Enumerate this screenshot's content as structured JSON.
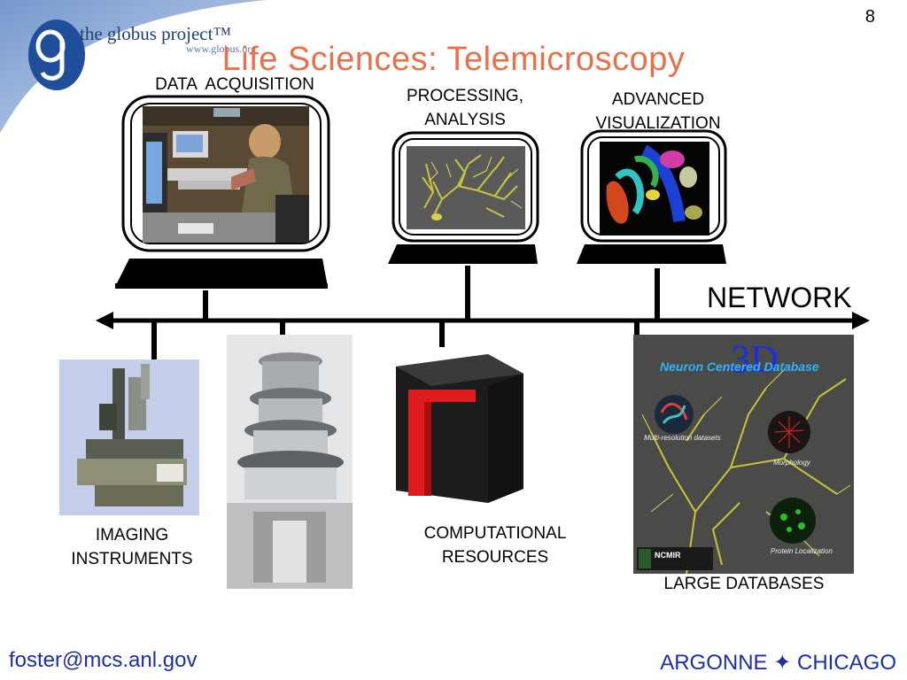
{
  "slide_number": "8",
  "logo": {
    "name": "the globus project™",
    "url": "www.globus.org"
  },
  "title": "Life Sciences: Telemicroscopy",
  "top_nodes": [
    {
      "label_line1": "DATA  ACQUISITION",
      "label_line2": ""
    },
    {
      "label_line1": "PROCESSING,",
      "label_line2": "ANALYSIS"
    },
    {
      "label_line1": "ADVANCED",
      "label_line2": "VISUALIZATION"
    }
  ],
  "network_label": "NETWORK",
  "bottom_nodes": [
    {
      "label_line1": "IMAGING",
      "label_line2": "INSTRUMENTS"
    },
    {
      "label_line1": "COMPUTATIONAL",
      "label_line2": "RESOURCES"
    },
    {
      "label_line1": "LARGE DATABASES",
      "label_line2": ""
    }
  ],
  "database_poster": {
    "heading_3d": "3D",
    "heading": "Neuron Centered Database",
    "caption_1": "Multi-resolution datasets",
    "caption_2": "Morphology",
    "caption_3": "Protein Localization",
    "badge": "NCMIR"
  },
  "footer": {
    "email": "foster@mcs.anl.gov",
    "org": "ARGONNE ✦ CHICAGO"
  },
  "colors": {
    "title": "#e8704a",
    "footer": "#1b2fa8",
    "logo_blue": "#1f4f9a"
  }
}
